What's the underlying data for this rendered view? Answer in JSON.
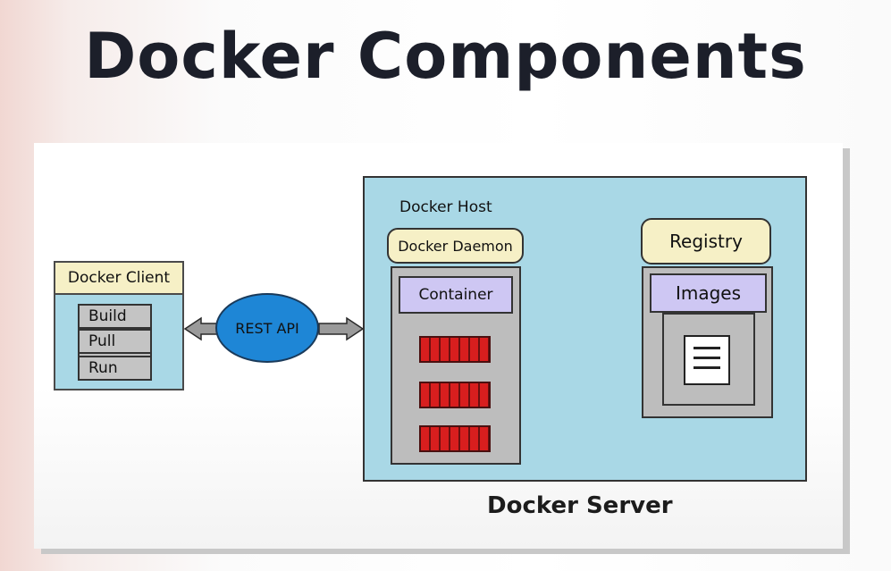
{
  "title": "Docker Components",
  "client": {
    "header": "Docker Client",
    "commands": [
      "Build",
      "Pull",
      "Run"
    ]
  },
  "rest_api": "REST API",
  "server": {
    "host_label": "Docker Host",
    "daemon": "Docker Daemon",
    "container": "Container",
    "registry": "Registry",
    "images": "Images",
    "label": "Docker Server"
  },
  "icons": {
    "arrow": "double-headed-arrow-icon",
    "document": "document-icon",
    "container_block": "container-block-icon"
  },
  "colors": {
    "panel_blue": "#a9d8e6",
    "header_yellow": "#f6f0c6",
    "lavender": "#cec7f3",
    "gray": "#bdbdbd",
    "rest_blue": "#1e86d6",
    "container_red": "#d81e1e"
  }
}
